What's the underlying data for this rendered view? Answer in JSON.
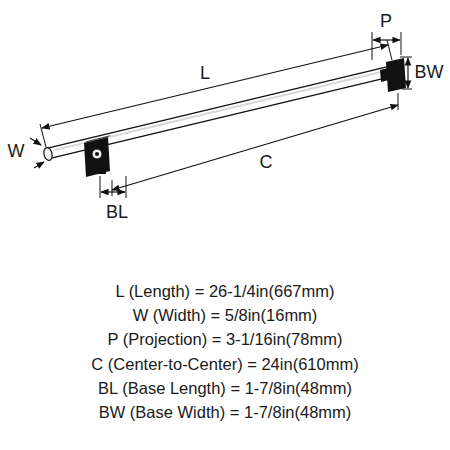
{
  "diagram": {
    "labels": [
      "P",
      "L",
      "BW",
      "W",
      "C",
      "BL",
      "L (Length) = 26-1/4in(667mm)",
      "W (Width) = 5/8in(16mm)",
      "P (Projection) = 3-1/16in(78mm)",
      "C (Center-to-Center) = 24in(610mm)",
      "BL (Base Length) = 1-7/8in(48mm)",
      "BW (Base Width) = 1-7/8in(48mm)"
    ]
  }
}
